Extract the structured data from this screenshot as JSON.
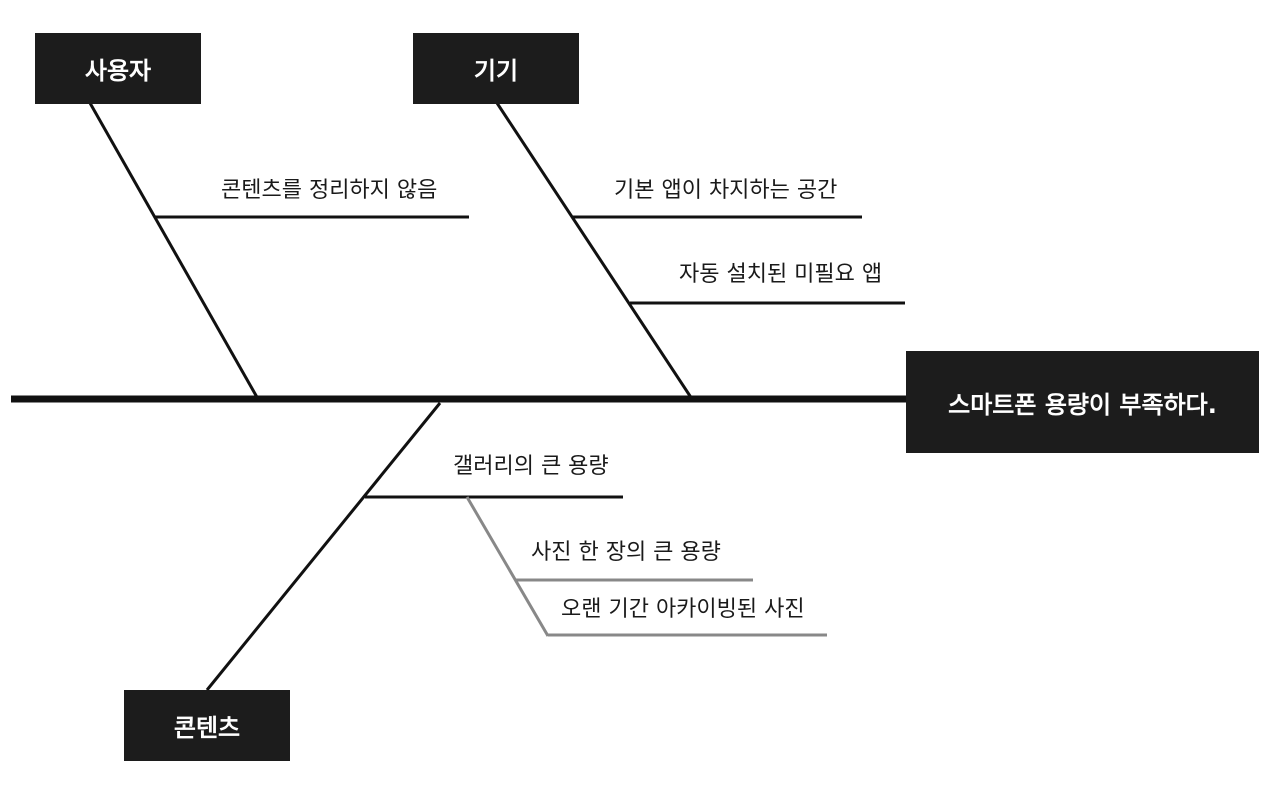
{
  "colors": {
    "dark": "#1c1c1c",
    "line": "#111111",
    "sub_line": "#888888",
    "box_text": "#ffffff",
    "label_text": "#1a1a1a"
  },
  "effect": "스마트폰 용량이 부족하다.",
  "categories": {
    "user": {
      "title": "사용자",
      "causes": [
        "콘텐츠를 정리하지 않음"
      ]
    },
    "device": {
      "title": "기기",
      "causes": [
        "기본 앱이 차지하는 공간",
        "자동 설치된 미필요 앱"
      ]
    },
    "content": {
      "title": "콘텐츠",
      "causes": [
        "갤러리의 큰 용량"
      ],
      "sub_causes": [
        "사진 한 장의 큰 용량",
        "오랜 기간 아카이빙된 사진"
      ]
    }
  }
}
